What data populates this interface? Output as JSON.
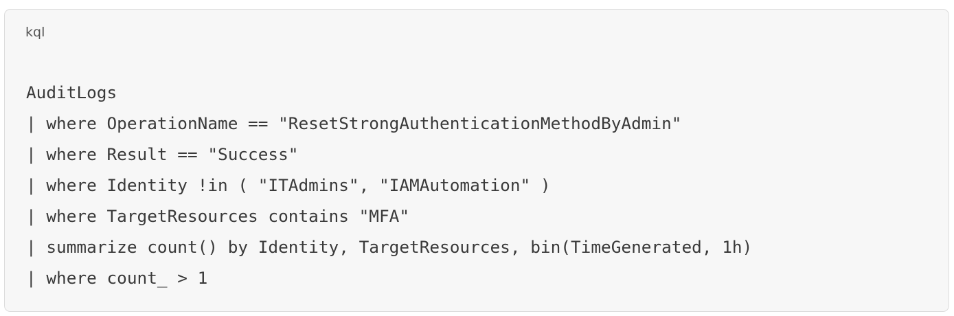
{
  "code_block": {
    "language": "kql",
    "lines": [
      "AuditLogs",
      "| where OperationName == \"ResetStrongAuthenticationMethodByAdmin\"",
      "| where Result == \"Success\"",
      "| where Identity !in ( \"ITAdmins\", \"IAMAutomation\" )",
      "| where TargetResources contains \"MFA\"",
      "| summarize count() by Identity, TargetResources, bin(TimeGenerated, 1h)",
      "| where count_ > 1"
    ]
  },
  "colors": {
    "background": "#f7f7f7",
    "border": "#dcdcdc",
    "text": "#3a3a3a",
    "label": "#555555"
  }
}
